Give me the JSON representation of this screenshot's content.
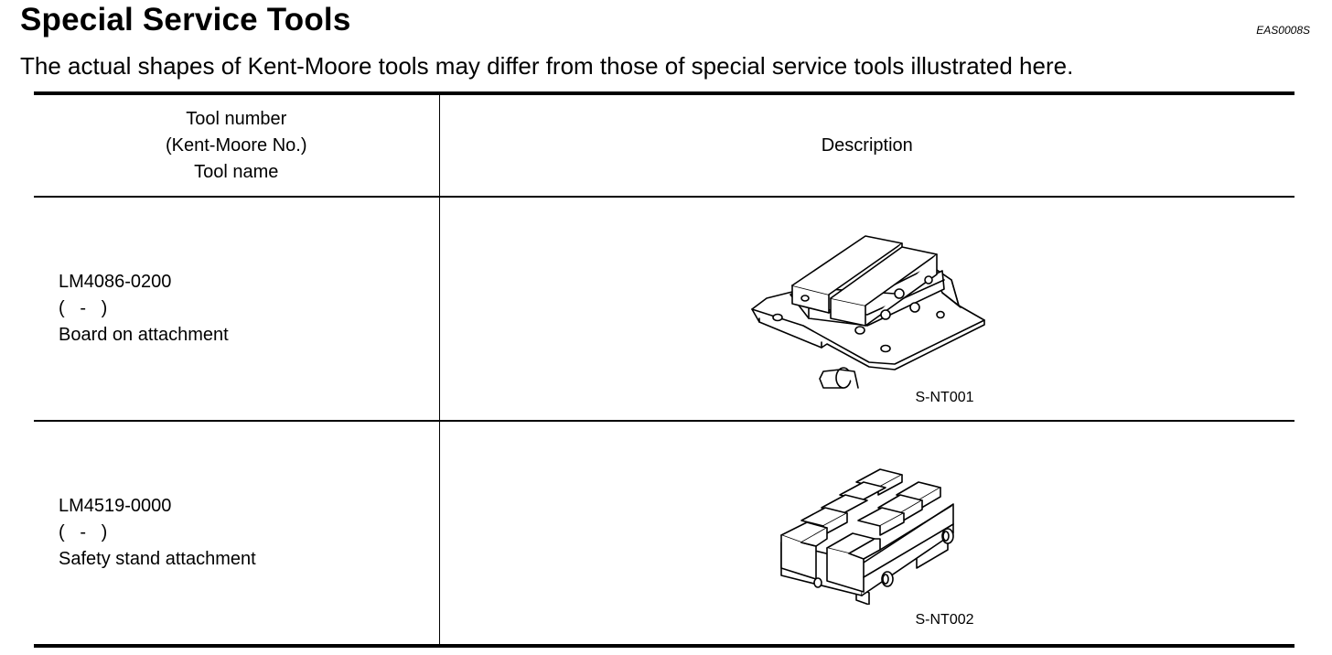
{
  "header": {
    "title": "Special Service Tools",
    "doc_code": "EAS0008S",
    "intro": "The actual shapes of Kent-Moore tools may differ from those of special service tools illustrated here."
  },
  "table": {
    "col1_header": [
      "Tool number",
      "(Kent-Moore No.)",
      "Tool name"
    ],
    "col2_header": "Description",
    "rows": [
      {
        "tool_number": "LM4086-0200",
        "kent_moore_no": "(   -   )",
        "tool_name": "Board on attachment",
        "figure_code": "S-NT001",
        "illustration": "board-on-attachment-illustration"
      },
      {
        "tool_number": "LM4519-0000",
        "kent_moore_no": "(   -   )",
        "tool_name": "Safety stand attachment",
        "figure_code": "S-NT002",
        "illustration": "safety-stand-attachment-illustration"
      }
    ]
  }
}
